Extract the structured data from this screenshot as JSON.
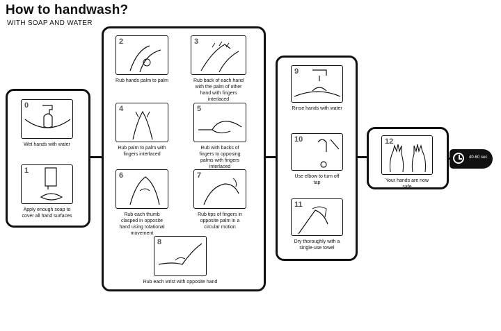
{
  "title": "How to handwash?",
  "subtitle": "WITH SOAP AND WATER",
  "timer": {
    "icon": "clock-icon",
    "text": "40-60 sec"
  },
  "steps": [
    {
      "num": "0",
      "caption": "Wet hands with water"
    },
    {
      "num": "1",
      "caption": "Apply enough soap to cover all hand surfaces"
    },
    {
      "num": "2",
      "caption": "Rub hands palm to palm"
    },
    {
      "num": "3",
      "caption": "Rub back of each hand with the palm of other hand with fingers interlaced"
    },
    {
      "num": "4",
      "caption": "Rub palm to palm with fingers interlaced"
    },
    {
      "num": "5",
      "caption": "Rub with backs of fingers to opposing palms with fingers interlaced"
    },
    {
      "num": "6",
      "caption": "Rub each thumb clasped in opposite hand using rotational movement"
    },
    {
      "num": "7",
      "caption": "Rub tips of fingers in opposite palm in a circular motion"
    },
    {
      "num": "8",
      "caption": "Rub each wrist with opposite hand"
    },
    {
      "num": "9",
      "caption": "Rinse hands with water"
    },
    {
      "num": "10",
      "caption": "Use elbow to turn off tap"
    },
    {
      "num": "11",
      "caption": "Dry thoroughly with a single-use towel"
    },
    {
      "num": "12",
      "caption": "Your hands are now safe"
    }
  ]
}
